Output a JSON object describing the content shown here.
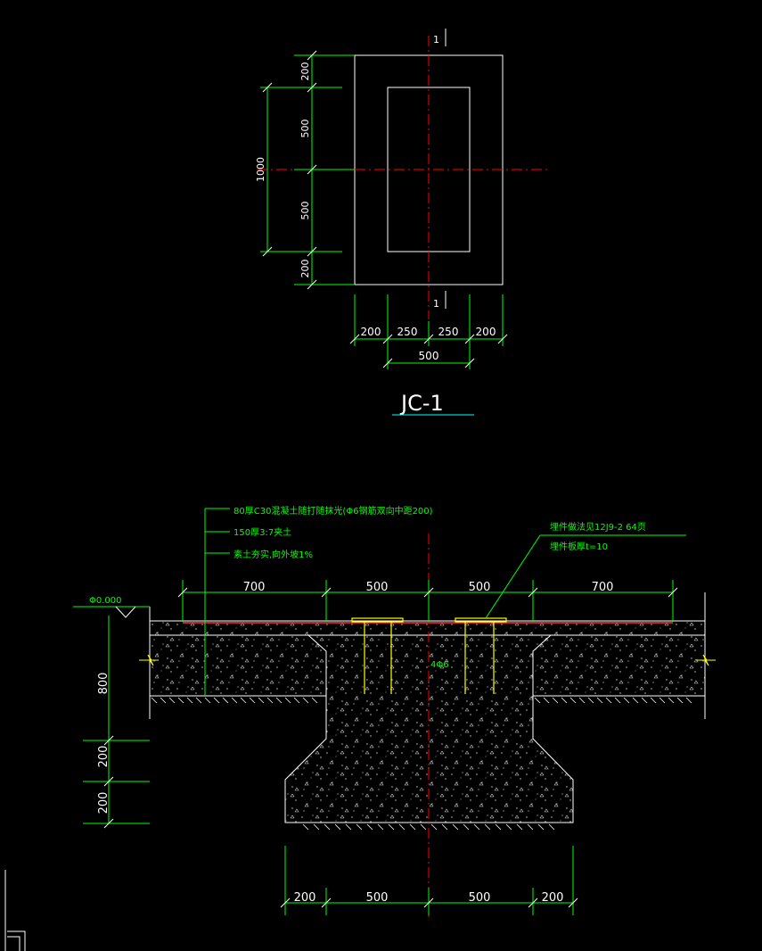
{
  "plan": {
    "section_mark_top": "1",
    "section_mark_bottom": "1",
    "vertical_dims": [
      "200",
      "500",
      "500",
      "200"
    ],
    "overall_vertical": "1000",
    "horizontal_dims": [
      "200",
      "250",
      "250",
      "200"
    ],
    "inner_width": "500",
    "title": "JC-1"
  },
  "section": {
    "notes": [
      "80厚C30混凝土随打随抹光(Φ6钢筋双向中距200)",
      "150厚3:7夹土",
      "素土夯实,向外坡1%"
    ],
    "embed_notes": [
      "埋件做法见12J9-2 64页",
      "埋件板厚t=10"
    ],
    "level": "Φ0.000",
    "top_dims": [
      "700",
      "500",
      "500",
      "700"
    ],
    "left_dims": [
      "800",
      "200",
      "200"
    ],
    "rebar": "4Φ6",
    "bottom_dims": [
      "200",
      "500",
      "500",
      "200"
    ]
  },
  "colors": {
    "background": "#000000",
    "line": "#ffffff",
    "dimension": "#00ff00",
    "centerline": "#ff0000",
    "embed": "#ffff00",
    "title_underline": "#00ffff"
  }
}
